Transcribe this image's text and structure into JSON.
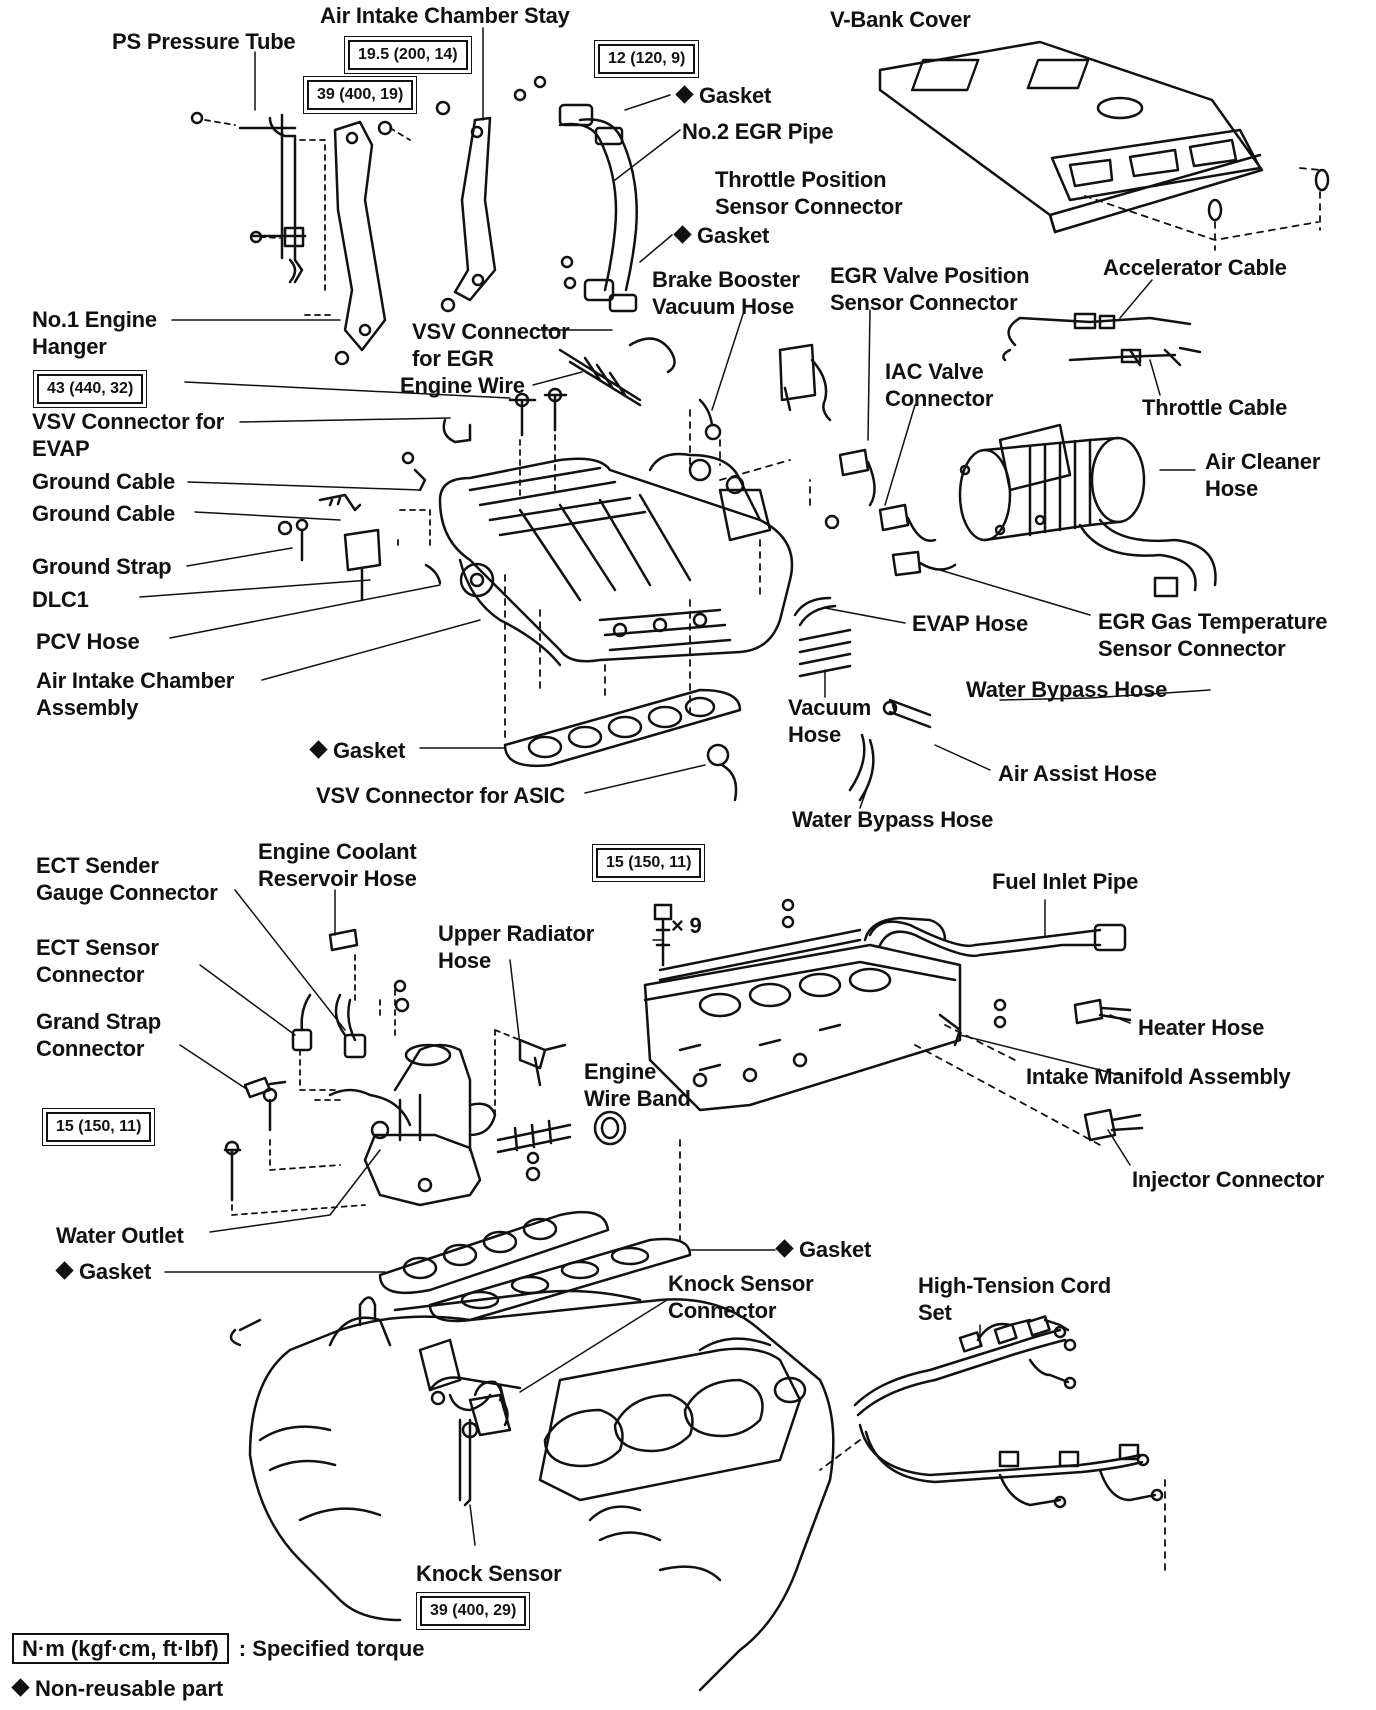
{
  "labels": {
    "ps_pressure_tube": "PS Pressure Tube",
    "air_intake_chamber_stay": "Air Intake Chamber Stay",
    "v_bank_cover": "V-Bank Cover",
    "gasket_1": "Gasket",
    "no2_egr_pipe": "No.2 EGR Pipe",
    "throttle_position_sensor_connector": [
      "Throttle Position",
      "Sensor Connector"
    ],
    "gasket_2": "Gasket",
    "accelerator_cable": "Accelerator Cable",
    "brake_booster_vacuum_hose": [
      "Brake Booster",
      "Vacuum Hose"
    ],
    "egr_valve_position_sensor_connector": [
      "EGR Valve Position",
      "Sensor Connector"
    ],
    "no1_engine_hanger": [
      "No.1 Engine",
      "Hanger"
    ],
    "vsv_connector_for_egr": [
      "VSV Connector",
      "for EGR"
    ],
    "engine_wire": "Engine Wire",
    "iac_valve_connector": [
      "IAC Valve",
      "Connector"
    ],
    "throttle_cable": "Throttle Cable",
    "vsv_connector_for_evap": [
      "VSV Connector for",
      "EVAP"
    ],
    "air_cleaner_hose": [
      "Air Cleaner",
      "Hose"
    ],
    "ground_cable_1": "Ground Cable",
    "ground_cable_2": "Ground Cable",
    "ground_strap": "Ground Strap",
    "dlc1": "DLC1",
    "pcv_hose": "PCV Hose",
    "evap_hose": "EVAP Hose",
    "egr_gas_temperature_sensor_connector": [
      "EGR Gas Temperature",
      "Sensor Connector"
    ],
    "air_intake_chamber_assembly": [
      "Air Intake Chamber",
      "Assembly"
    ],
    "water_bypass_hose_1": "Water Bypass Hose",
    "vacuum_hose": [
      "Vacuum",
      "Hose"
    ],
    "gasket_3": "Gasket",
    "air_assist_hose": "Air Assist Hose",
    "vsv_connector_for_asic": "VSV Connector for ASIC",
    "water_bypass_hose_2": "Water Bypass Hose",
    "ect_sender_gauge_connector": [
      "ECT Sender",
      "Gauge Connector"
    ],
    "engine_coolant_reservoir_hose": [
      "Engine Coolant",
      "Reservoir Hose"
    ],
    "fuel_inlet_pipe": "Fuel Inlet Pipe",
    "times_9": "× 9",
    "ect_sensor_connector": [
      "ECT Sensor",
      "Connector"
    ],
    "upper_radiator_hose": [
      "Upper Radiator",
      "Hose"
    ],
    "heater_hose": "Heater Hose",
    "grand_strap_connector": [
      "Grand Strap",
      "Connector"
    ],
    "engine_wire_band": [
      "Engine",
      "Wire Band"
    ],
    "intake_manifold_assembly": "Intake Manifold Assembly",
    "injector_connector": "Injector Connector",
    "water_outlet": "Water Outlet",
    "gasket_4": "Gasket",
    "gasket_5": "Gasket",
    "knock_sensor_connector": [
      "Knock Sensor",
      "Connector"
    ],
    "high_tension_cord_set": [
      "High-Tension Cord",
      "Set"
    ],
    "knock_sensor": "Knock Sensor"
  },
  "torques": {
    "t_19_5": "19.5 (200, 14)",
    "t_12": "12 (120, 9)",
    "t_39_a": "39 (400, 19)",
    "t_43": "43 (440, 32)",
    "t_15_a": "15 (150, 11)",
    "t_15_b": "15 (150, 11)",
    "t_39_b": "39 (400, 29)"
  },
  "legend": {
    "unit_box": "N·m (kgf·cm, ft·lbf)",
    "unit_desc": ": Specified torque",
    "non_reusable": "Non-reusable part"
  }
}
